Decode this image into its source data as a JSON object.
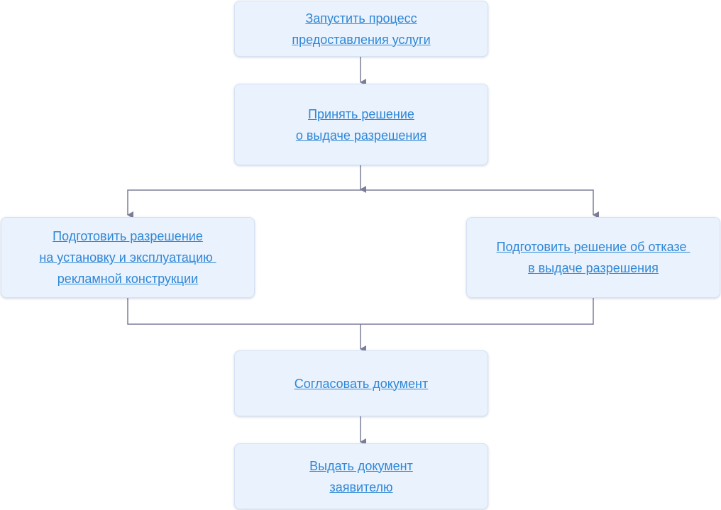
{
  "diagram": {
    "nodes": {
      "start": {
        "lines": [
          "Запустить процесс",
          "предоставления услуги"
        ]
      },
      "decide": {
        "lines": [
          "Принять решение",
          "о выдаче разрешения"
        ]
      },
      "permit": {
        "lines": [
          "Подготовить разрешение",
          "на установку и эксплуатацию ",
          "рекламной конструкции"
        ]
      },
      "refuse": {
        "lines": [
          "Подготовить решение об отказе ",
          "в выдаче разрешения"
        ]
      },
      "approve": {
        "lines": [
          "Согласовать документ"
        ]
      },
      "issue": {
        "lines": [
          "Выдать документ",
          "заявителю"
        ]
      }
    },
    "colors": {
      "node_fill": "#eaf2fd",
      "link_text": "#2f87d6",
      "connector": "#7b7d99"
    }
  }
}
